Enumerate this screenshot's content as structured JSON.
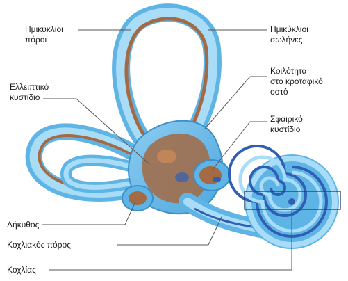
{
  "labels": {
    "semicircular_canals_left": "Ημικύκλιοι\nπόροι",
    "semicircular_ducts_right": "Ημικύκλιοι\nσωλήνες",
    "temporal_cavity": "Κοιλότητα\nστο κροταφικό\nοστό",
    "utricle": "Ελλειπτικό\nκυστίδιο",
    "saccule": "Σφαιρικό\nκυστίδιο",
    "ampulla": "Λήκυθος",
    "cochlear_duct": "Κοχλιακός πόρος",
    "cochlea": "Κοχλίας"
  },
  "colors": {
    "outer_blue": "#5fb4e6",
    "inner_blue": "#a9dcf6",
    "membrane_brown": "#a36a43",
    "deep_blue": "#2e5fb3",
    "leader_line": "#555555"
  }
}
